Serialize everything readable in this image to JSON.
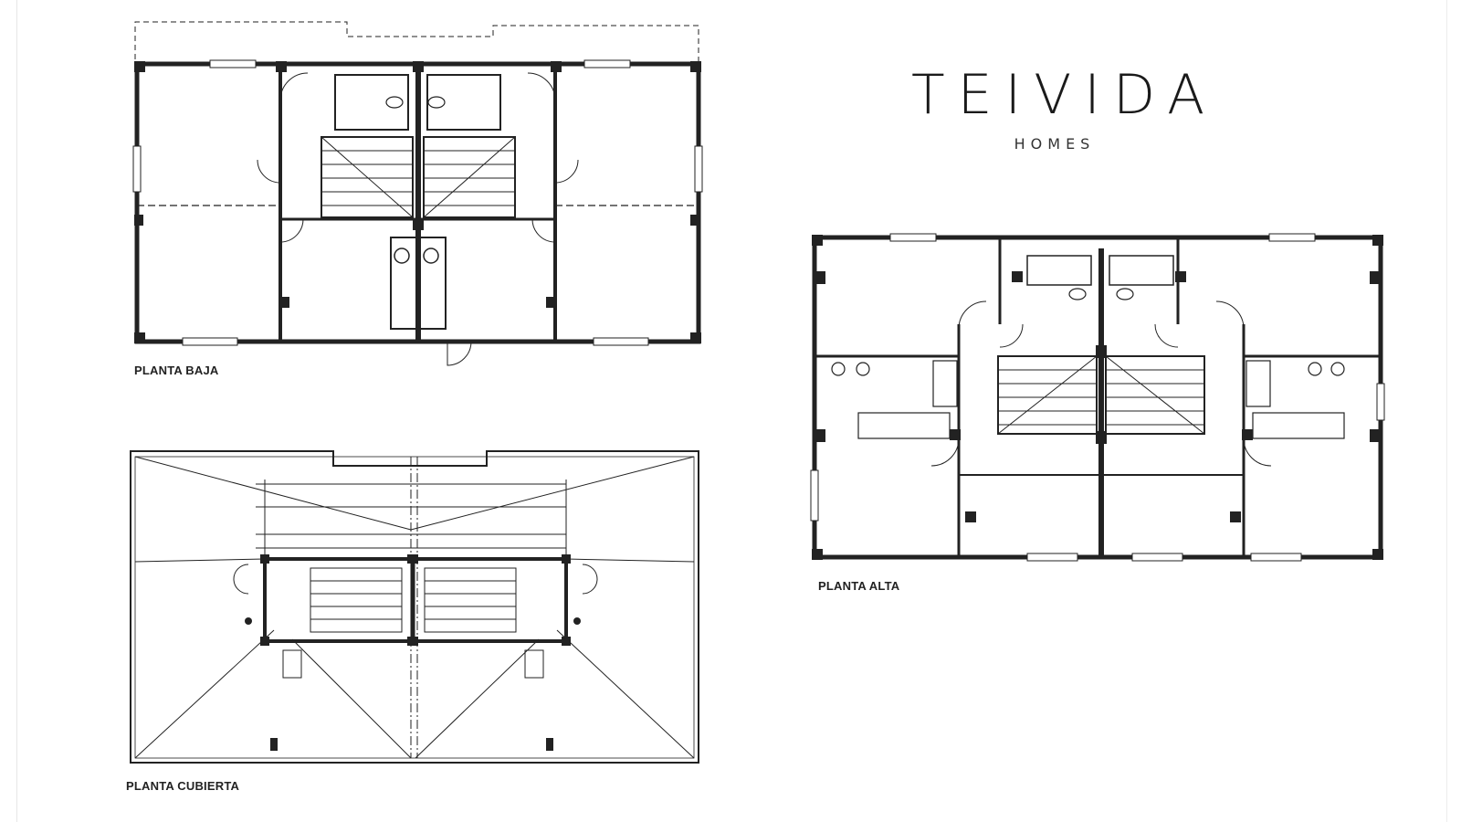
{
  "brand": {
    "name": "TEIVIDA",
    "tagline": "HOMES"
  },
  "plans": {
    "ground_floor": "PLANTA BAJA",
    "upper_floor": "PLANTA ALTA",
    "roof": "PLANTA CUBIERTA"
  },
  "colors": {
    "ink": "#222222",
    "background": "#ffffff"
  }
}
